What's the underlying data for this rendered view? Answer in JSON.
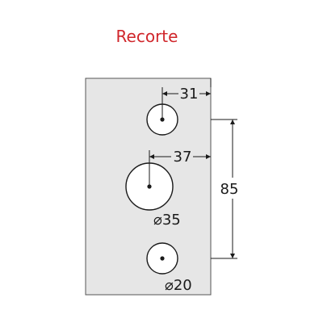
{
  "title": "Recorte",
  "colors": {
    "title": "#d0262b",
    "plate_fill": "#e6e6e6",
    "plate_stroke": "#555555",
    "hole_fill": "#ffffff",
    "line": "#1a1a1a",
    "background": "#ffffff"
  },
  "dimensions": {
    "top_hole_offset": "31",
    "middle_hole_offset": "37",
    "vertical_spacing": "85",
    "large_diameter": "35",
    "small_diameter": "20",
    "diameter_symbol": "⌀"
  }
}
